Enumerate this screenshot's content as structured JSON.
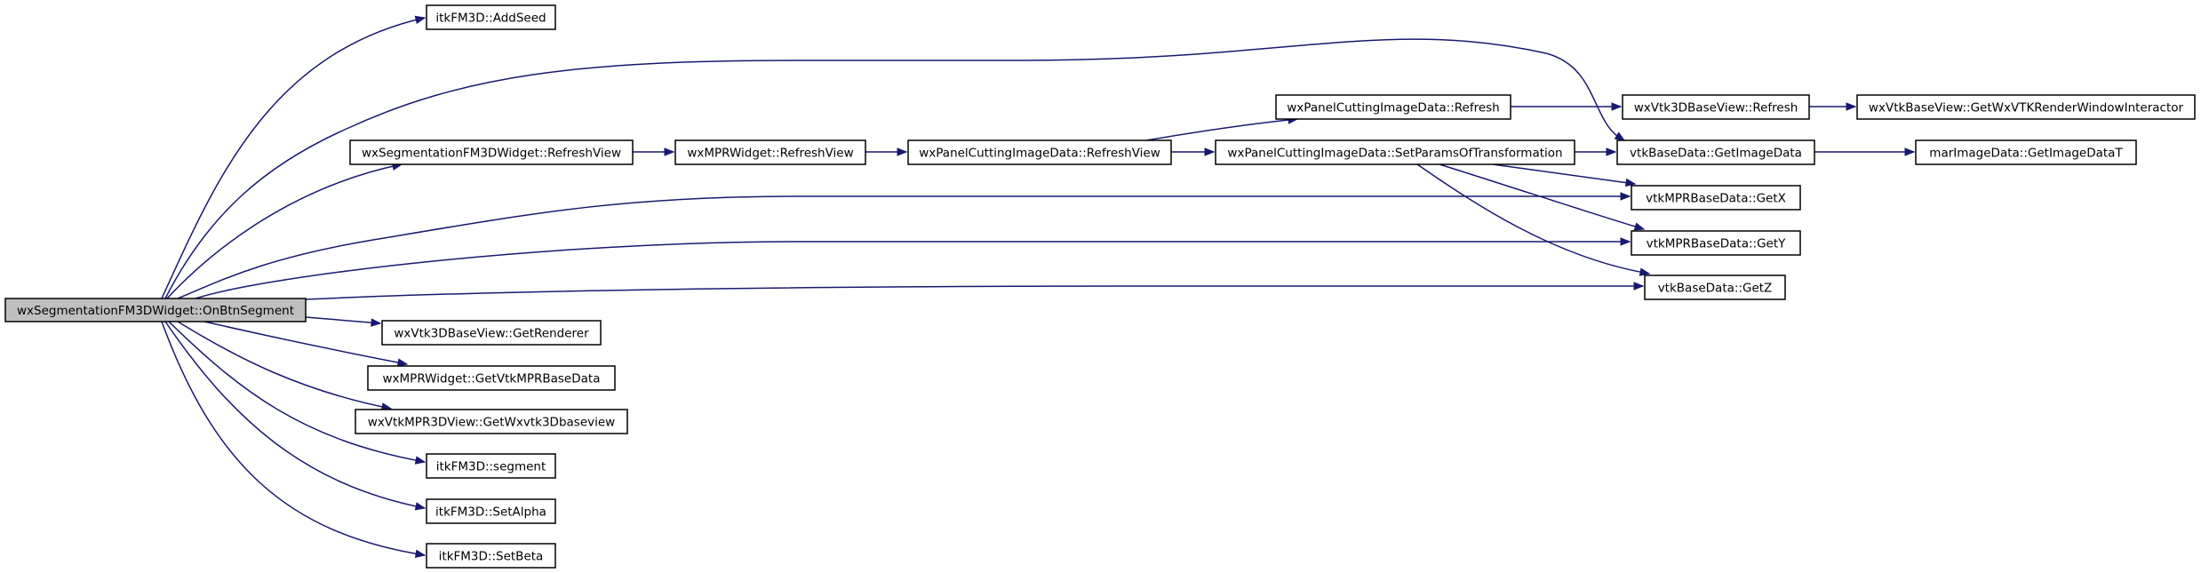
{
  "diagram": {
    "type": "call-graph",
    "edge_color": "#191970",
    "root_fill": "#bfbfbf",
    "nodes": [
      {
        "id": "root",
        "label": "wxSegmentationFM3DWidget::OnBtnSegment",
        "root": true
      },
      {
        "id": "addseed",
        "label": "itkFM3D::AddSeed"
      },
      {
        "id": "segrefresh",
        "label": "wxSegmentationFM3DWidget::RefreshView"
      },
      {
        "id": "mprrefresh",
        "label": "wxMPRWidget::RefreshView"
      },
      {
        "id": "pcrefresh",
        "label": "wxPanelCuttingImageData::RefreshView"
      },
      {
        "id": "pcrefresh2",
        "label": "wxPanelCuttingImageData::Refresh"
      },
      {
        "id": "setparams",
        "label": "wxPanelCuttingImageData::SetParamsOfTransformation"
      },
      {
        "id": "v3drefresh",
        "label": "wxVtk3DBaseView::Refresh"
      },
      {
        "id": "getwx",
        "label": "wxVtkBaseView::GetWxVTKRenderWindowInteractor"
      },
      {
        "id": "getimage",
        "label": "vtkBaseData::GetImageData"
      },
      {
        "id": "marimage",
        "label": "marImageData::GetImageDataT"
      },
      {
        "id": "getx",
        "label": "vtkMPRBaseData::GetX"
      },
      {
        "id": "gety",
        "label": "vtkMPRBaseData::GetY"
      },
      {
        "id": "getz",
        "label": "vtkBaseData::GetZ"
      },
      {
        "id": "getrender",
        "label": "wxVtk3DBaseView::GetRenderer"
      },
      {
        "id": "getmpr",
        "label": "wxMPRWidget::GetVtkMPRBaseData"
      },
      {
        "id": "getwx3d",
        "label": "wxVtkMPR3DView::GetWxvtk3Dbaseview"
      },
      {
        "id": "segment",
        "label": "itkFM3D::segment"
      },
      {
        "id": "setalpha",
        "label": "itkFM3D::SetAlpha"
      },
      {
        "id": "setbeta",
        "label": "itkFM3D::SetBeta"
      }
    ],
    "edges": [
      {
        "from": "root",
        "to": "addseed"
      },
      {
        "from": "root",
        "to": "getimage"
      },
      {
        "from": "root",
        "to": "segrefresh"
      },
      {
        "from": "root",
        "to": "getx"
      },
      {
        "from": "root",
        "to": "gety"
      },
      {
        "from": "root",
        "to": "getz"
      },
      {
        "from": "root",
        "to": "getrender"
      },
      {
        "from": "root",
        "to": "getmpr"
      },
      {
        "from": "root",
        "to": "getwx3d"
      },
      {
        "from": "root",
        "to": "segment"
      },
      {
        "from": "root",
        "to": "setalpha"
      },
      {
        "from": "root",
        "to": "setbeta"
      },
      {
        "from": "segrefresh",
        "to": "mprrefresh"
      },
      {
        "from": "mprrefresh",
        "to": "pcrefresh"
      },
      {
        "from": "pcrefresh",
        "to": "pcrefresh2"
      },
      {
        "from": "pcrefresh",
        "to": "setparams"
      },
      {
        "from": "pcrefresh2",
        "to": "v3drefresh"
      },
      {
        "from": "v3drefresh",
        "to": "getwx"
      },
      {
        "from": "setparams",
        "to": "getimage"
      },
      {
        "from": "setparams",
        "to": "getx"
      },
      {
        "from": "setparams",
        "to": "gety"
      },
      {
        "from": "setparams",
        "to": "getz"
      },
      {
        "from": "getimage",
        "to": "marimage"
      }
    ]
  }
}
